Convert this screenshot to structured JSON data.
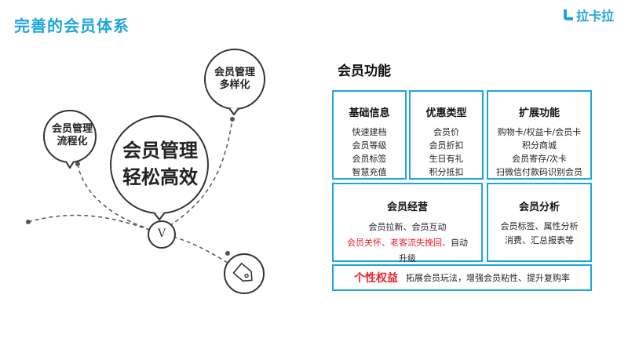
{
  "header": {
    "title": "完善的会员体系",
    "logo_text": "拉卡拉"
  },
  "bubbles": {
    "left": [
      "会员管理",
      "流程化"
    ],
    "top": [
      "会员管理",
      "多样化"
    ],
    "center": [
      "会员管理",
      "轻松高效"
    ],
    "v_mark": "V"
  },
  "functions": {
    "title": "会员功能",
    "basic": {
      "heading": "基础信息",
      "items": [
        "快速建档",
        "会员等级",
        "会员标签",
        "智慧充值"
      ]
    },
    "discount": {
      "heading": "优惠类型",
      "items": [
        "会员价",
        "会员折扣",
        "生日有礼",
        "积分抵扣"
      ]
    },
    "extended": {
      "heading": "扩展功能",
      "highlight": "购物卡/权益卡/会员卡",
      "items": [
        "积分商城",
        "会员寄存/次卡",
        "扫微信付款码识别会员"
      ]
    },
    "operation": {
      "heading": "会员经营",
      "line1": "会员拉新、会员互动",
      "line2_red": "会员关怀、老客流失挽回、",
      "line2_plain": "自动",
      "line3": "升级"
    },
    "analysis": {
      "heading": "会员分析",
      "items": [
        "会员标签、属性分析",
        "消费、汇总报表等"
      ]
    },
    "perks": {
      "heading": "个性权益",
      "text": "拓展会员玩法，增强会员粘性、提升复购率"
    }
  },
  "colors": {
    "accent": "#1ea6dc",
    "highlight": "#e8222a"
  },
  "icons": [
    "logo-mark-icon",
    "v-mark-icon",
    "price-tag-icon"
  ]
}
